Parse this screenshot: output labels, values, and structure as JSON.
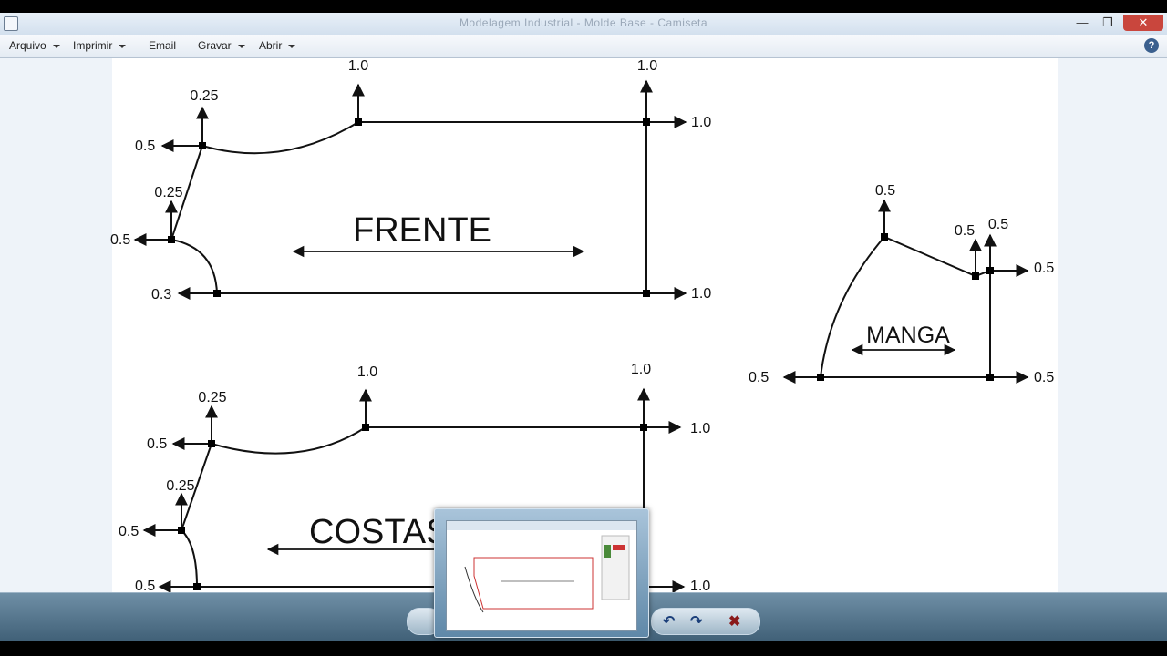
{
  "window": {
    "title": "Modelagem Industrial - Molde Base - Camiseta",
    "controls": {
      "minimize": "—",
      "restore": "❐",
      "close": "✕"
    }
  },
  "menu": {
    "items": [
      {
        "label": "Arquivo",
        "dropdown": true
      },
      {
        "label": "Imprimir",
        "dropdown": true
      },
      {
        "label": "Email",
        "dropdown": false
      },
      {
        "label": "Gravar",
        "dropdown": true
      },
      {
        "label": "Abrir",
        "dropdown": true
      }
    ],
    "help": "?"
  },
  "drawing": {
    "frente": {
      "title": "FRENTE",
      "labels": {
        "top_left": "1.0",
        "top_right": "1.0",
        "right_top": "1.0",
        "right_bottom": "1.0",
        "neck_up": "0.25",
        "neck_left": "0.5",
        "shoulder_up": "0.25",
        "armhole_left": "0.5",
        "bottom_left": "0.3"
      }
    },
    "costas": {
      "title": "COSTAS",
      "labels": {
        "top_left": "1.0",
        "top_right": "1.0",
        "right_top": "1.0",
        "right_bottom": "1.0",
        "neck_up": "0.25",
        "neck_left": "0.5",
        "shoulder_up": "0.25",
        "armhole_left": "0.5",
        "bottom_left": "0.5"
      }
    },
    "manga": {
      "title": "MANGA",
      "labels": {
        "peak_up": "0.5",
        "mid_up": "0.5",
        "right_up": "0.5",
        "right_top": "0.5",
        "bottom_left": "0.5",
        "bottom_right": "0.5"
      }
    }
  },
  "taskbar": {
    "glyphs": {
      "undo": "↶",
      "redo": "↷",
      "close": "✖"
    }
  }
}
